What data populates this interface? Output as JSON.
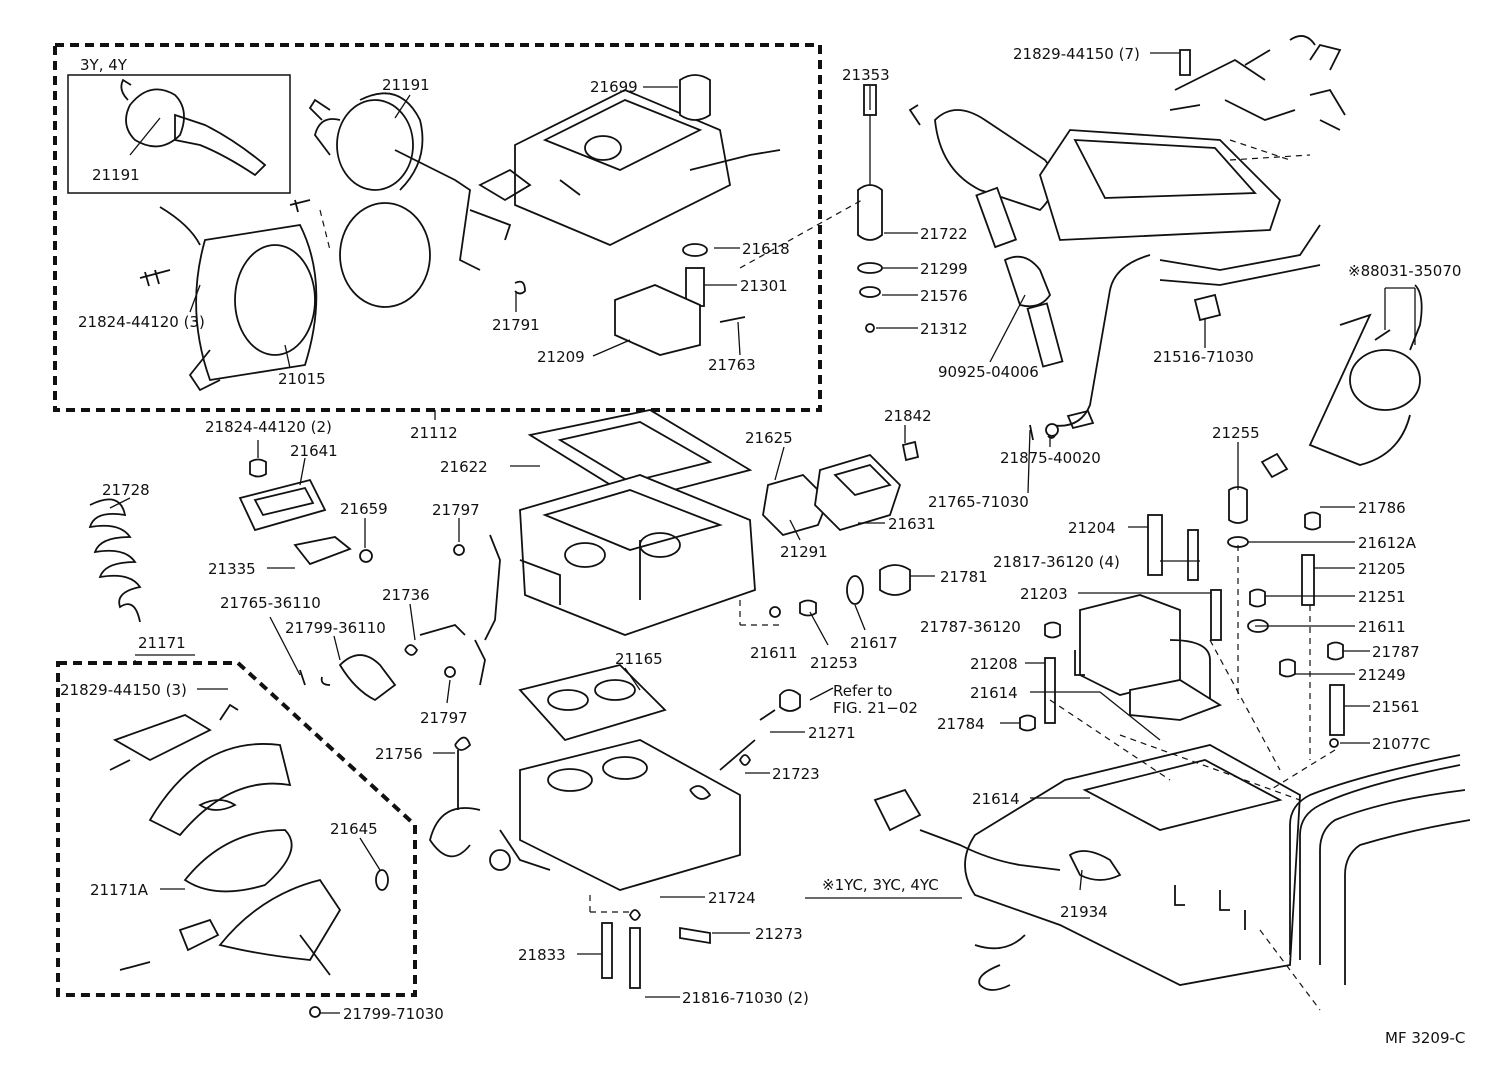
{
  "figure_code": "MF 3209-C",
  "group_labels": {
    "inset_engines": "3Y, 4Y",
    "engine_note": "※1YC, 3YC, 4YC",
    "refer_to": "Refer to",
    "refer_fig": "FIG. 21−02",
    "asm_21112": "21112",
    "asm_21171": "21171"
  },
  "callouts": [
    {
      "id": "c21191a",
      "text": "21191"
    },
    {
      "id": "c21191b",
      "text": "21191"
    },
    {
      "id": "c21824a",
      "text": "21824-44120 (3)"
    },
    {
      "id": "c21015",
      "text": "21015"
    },
    {
      "id": "c21699",
      "text": "21699"
    },
    {
      "id": "c21618",
      "text": "21618"
    },
    {
      "id": "c21301",
      "text": "21301"
    },
    {
      "id": "c21791",
      "text": "21791"
    },
    {
      "id": "c21209",
      "text": "21209"
    },
    {
      "id": "c21763",
      "text": "21763"
    },
    {
      "id": "c21353",
      "text": "21353"
    },
    {
      "id": "c21722",
      "text": "21722"
    },
    {
      "id": "c21299",
      "text": "21299"
    },
    {
      "id": "c21576",
      "text": "21576"
    },
    {
      "id": "c21312",
      "text": "21312"
    },
    {
      "id": "c90925",
      "text": "90925-04006"
    },
    {
      "id": "c21829a",
      "text": "21829-44150 (7)"
    },
    {
      "id": "c88031",
      "text": "※88031-35070"
    },
    {
      "id": "c21516",
      "text": "21516-71030"
    },
    {
      "id": "c21824b",
      "text": "21824-44120 (2)"
    },
    {
      "id": "c21641",
      "text": "21641"
    },
    {
      "id": "c21659",
      "text": "21659"
    },
    {
      "id": "c21335",
      "text": "21335"
    },
    {
      "id": "c21728",
      "text": "21728"
    },
    {
      "id": "c21622",
      "text": "21622"
    },
    {
      "id": "c21625",
      "text": "21625"
    },
    {
      "id": "c21842",
      "text": "21842"
    },
    {
      "id": "c21631",
      "text": "21631"
    },
    {
      "id": "c21291",
      "text": "21291"
    },
    {
      "id": "c21797a",
      "text": "21797"
    },
    {
      "id": "c21875",
      "text": "21875-40020"
    },
    {
      "id": "c21765a",
      "text": "21765-71030"
    },
    {
      "id": "c21255",
      "text": "21255"
    },
    {
      "id": "c21786",
      "text": "21786"
    },
    {
      "id": "c21204",
      "text": "21204"
    },
    {
      "id": "c21612A",
      "text": "21612A"
    },
    {
      "id": "c21817",
      "text": "21817-36120 (4)"
    },
    {
      "id": "c21205",
      "text": "21205"
    },
    {
      "id": "c21781",
      "text": "21781"
    },
    {
      "id": "c21203",
      "text": "21203"
    },
    {
      "id": "c21251",
      "text": "21251"
    },
    {
      "id": "c21787a",
      "text": "21787-36120"
    },
    {
      "id": "c21611a",
      "text": "21611"
    },
    {
      "id": "c21611b",
      "text": "21611"
    },
    {
      "id": "c21617",
      "text": "21617"
    },
    {
      "id": "c21253",
      "text": "21253"
    },
    {
      "id": "c21208",
      "text": "21208"
    },
    {
      "id": "c21787b",
      "text": "21787"
    },
    {
      "id": "c21249",
      "text": "21249"
    },
    {
      "id": "c21614a",
      "text": "21614"
    },
    {
      "id": "c21561",
      "text": "21561"
    },
    {
      "id": "c21784",
      "text": "21784"
    },
    {
      "id": "c21077C",
      "text": "21077C"
    },
    {
      "id": "c21614b",
      "text": "21614"
    },
    {
      "id": "c21765b",
      "text": "21765-36110"
    },
    {
      "id": "c21736",
      "text": "21736"
    },
    {
      "id": "c21799a",
      "text": "21799-36110"
    },
    {
      "id": "c21797b",
      "text": "21797"
    },
    {
      "id": "c21165",
      "text": "21165"
    },
    {
      "id": "c21271",
      "text": "21271"
    },
    {
      "id": "c21723",
      "text": "21723"
    },
    {
      "id": "c21756",
      "text": "21756"
    },
    {
      "id": "c21829b",
      "text": "21829-44150 (3)"
    },
    {
      "id": "c21645",
      "text": "21645"
    },
    {
      "id": "c21171A",
      "text": "21171A"
    },
    {
      "id": "c21724",
      "text": "21724"
    },
    {
      "id": "c21273",
      "text": "21273"
    },
    {
      "id": "c21833",
      "text": "21833"
    },
    {
      "id": "c21816",
      "text": "21816-71030 (2)"
    },
    {
      "id": "c21799b",
      "text": "21799-71030"
    },
    {
      "id": "c21934",
      "text": "21934"
    }
  ]
}
